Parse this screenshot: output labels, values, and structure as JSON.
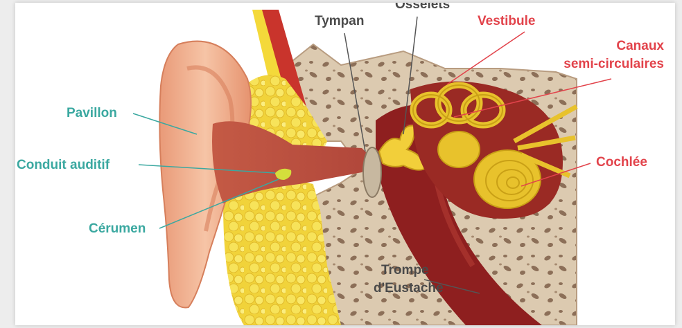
{
  "labels": {
    "ossicles": "Osselets",
    "eardrum": "Tympan",
    "vestibule": "Vestibule",
    "canals_line1": "Canaux",
    "canals_line2": "semi-circulaires",
    "auricle": "Pavillon",
    "ear_canal": "Conduit auditif",
    "cochlea": "Cochlée",
    "earwax": "Cérumen",
    "tube_line1": "Trompe",
    "tube_line2": "d'Eustache"
  },
  "colors": {
    "label_teal": "#3aa8a0",
    "label_red": "#e2434b",
    "label_dark": "#4a4a4a",
    "skin": "#f0b08e",
    "fat": "#f4d93a",
    "bone": "#d9c6aa",
    "flesh": "#8e1f1f",
    "cochlea": "#e8c22c"
  }
}
